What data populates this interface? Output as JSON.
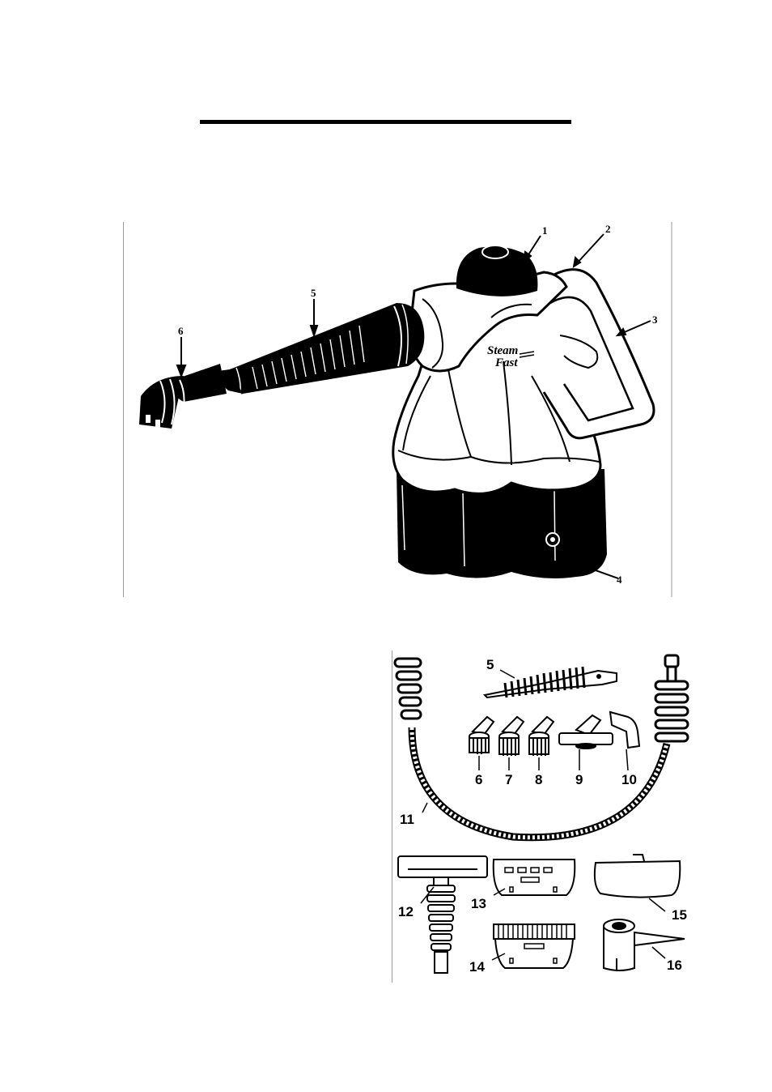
{
  "page": {
    "header_rule": true
  },
  "main_figure": {
    "logo_line1": "Steam",
    "logo_line2": "Fast",
    "callouts": [
      "1",
      "2",
      "3",
      "4",
      "5",
      "6"
    ]
  },
  "accessories_figure": {
    "callouts": [
      "5",
      "6",
      "7",
      "8",
      "9",
      "10",
      "11",
      "12",
      "13",
      "14",
      "15",
      "16"
    ]
  }
}
